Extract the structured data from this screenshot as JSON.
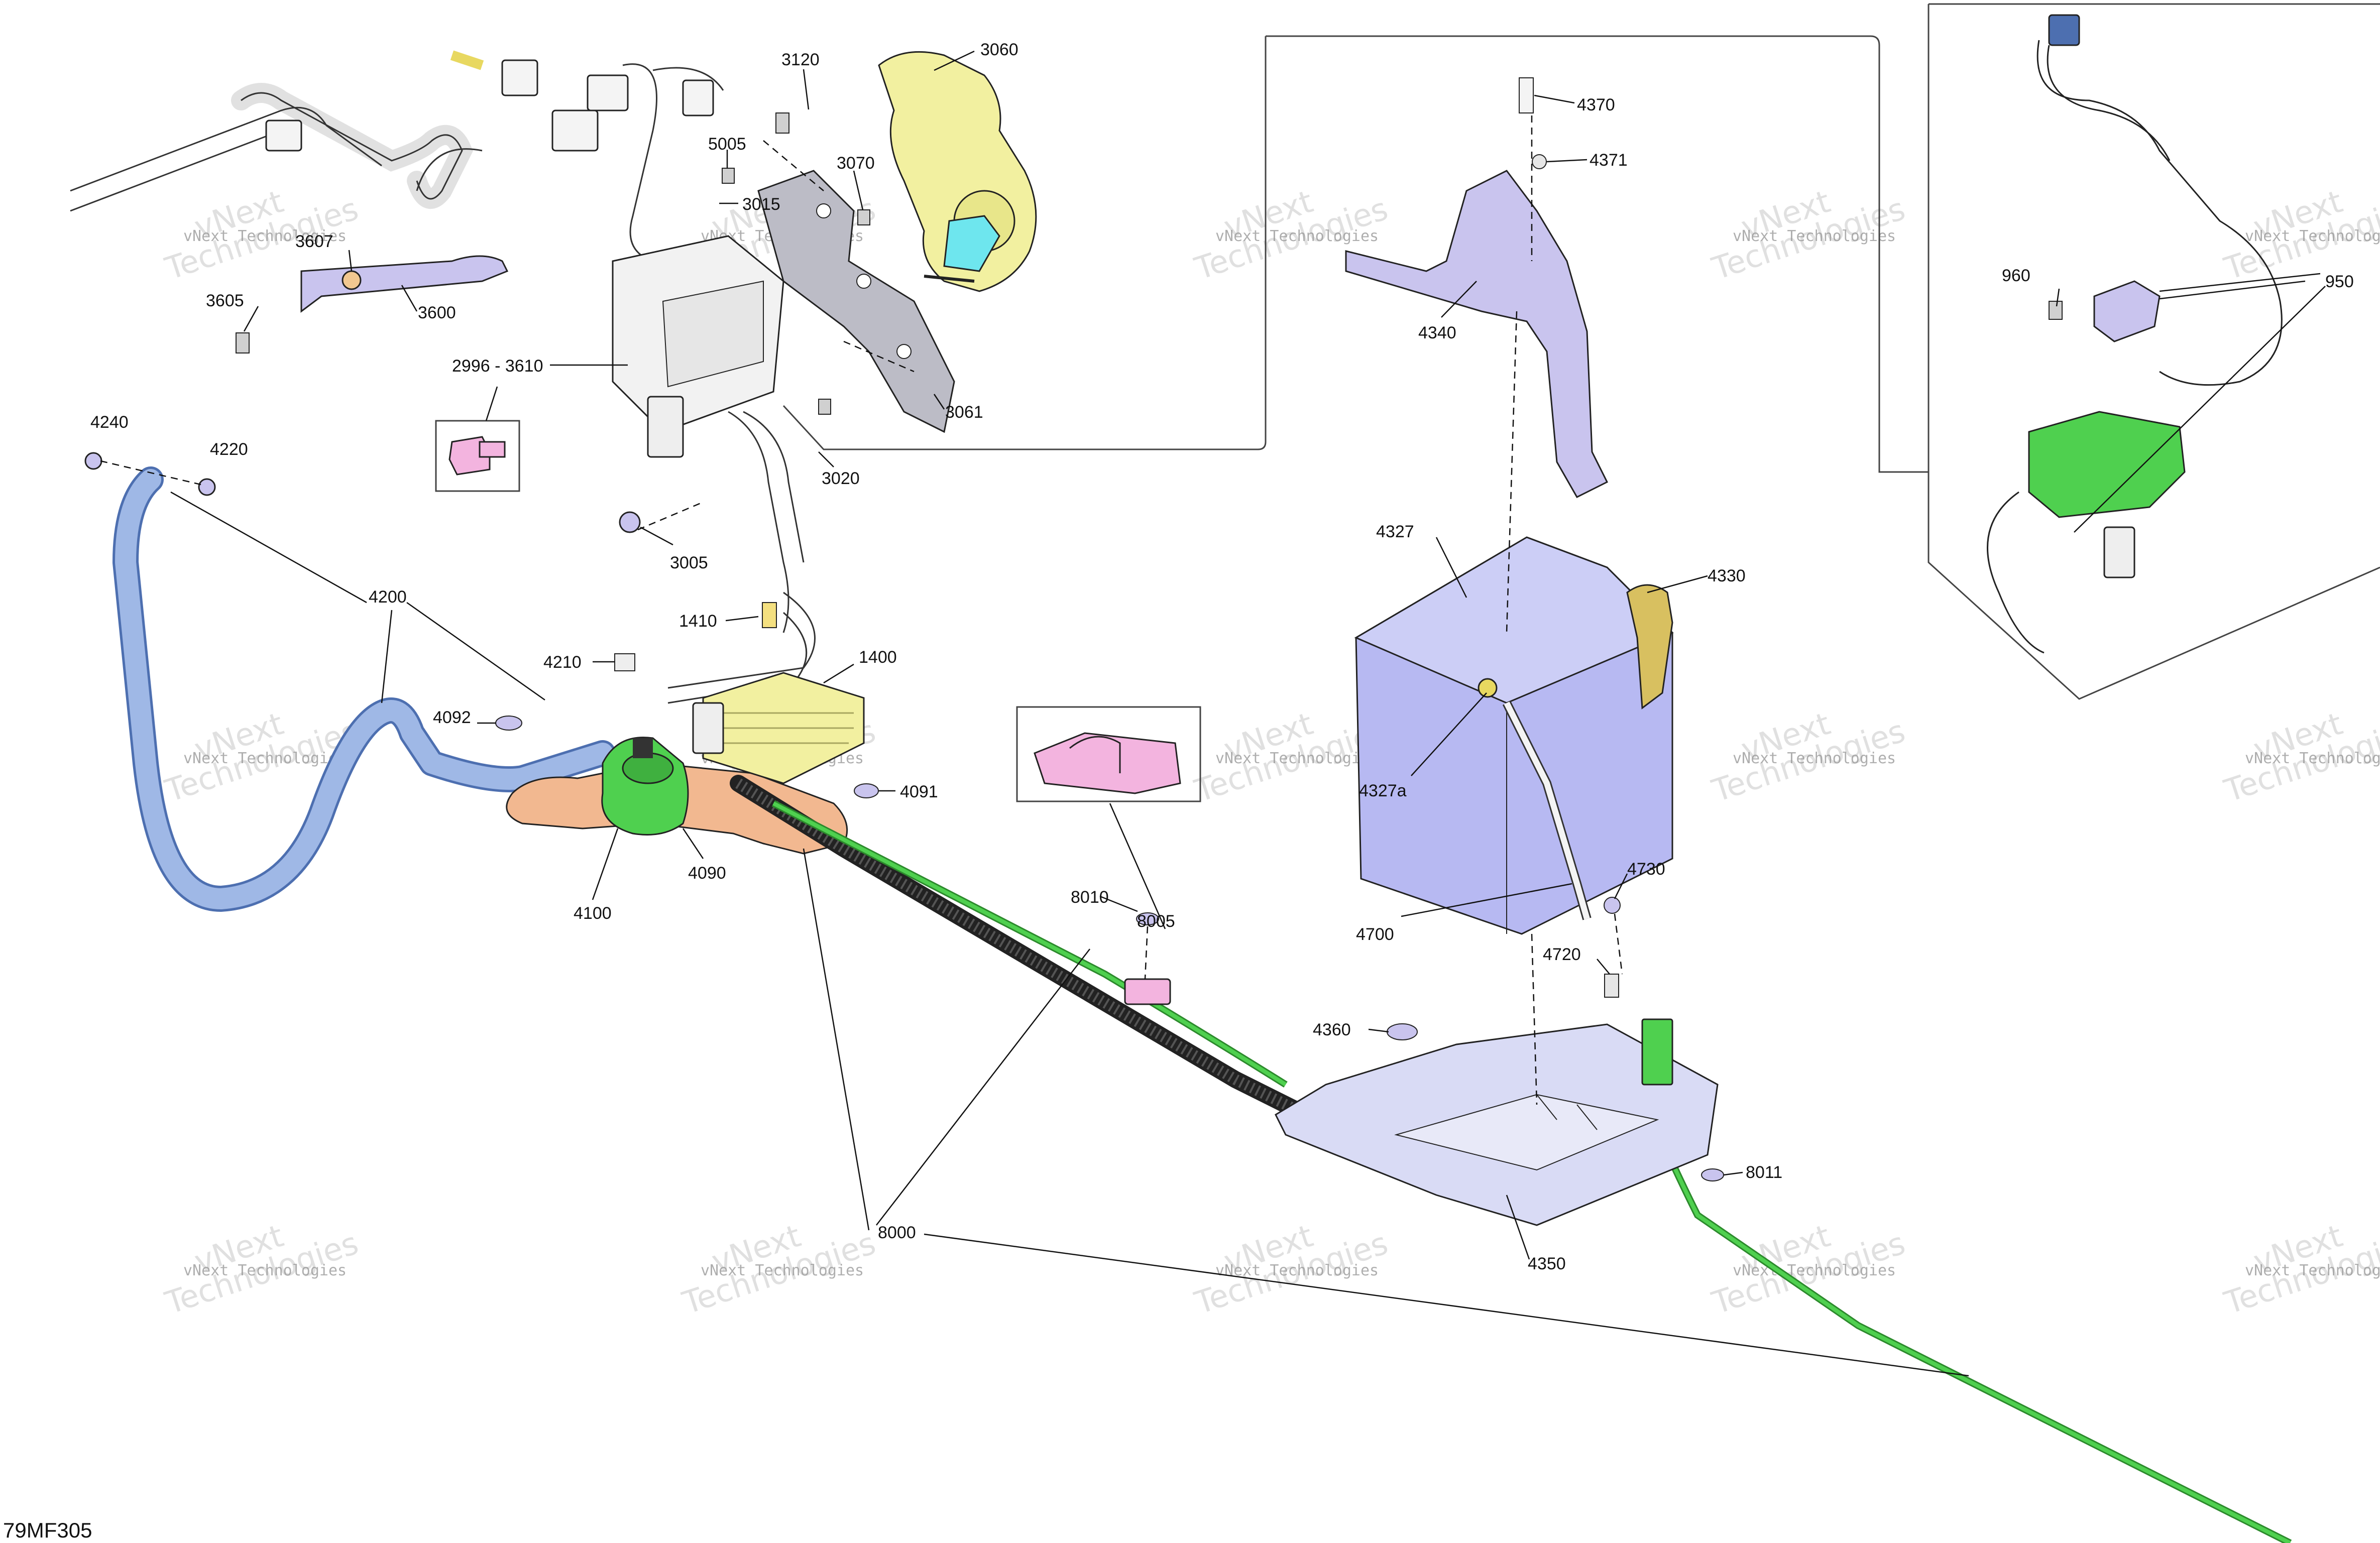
{
  "figure_code": "79MF305",
  "watermark": {
    "line1": "vNext",
    "line2": "Technologies",
    "small": "vNext Technologies"
  },
  "part_numbers": [
    "3120",
    "3060",
    "5005",
    "3015",
    "3070",
    "3607",
    "3605",
    "3600",
    "2996 - 3610",
    "3061",
    "4240",
    "4220",
    "3020",
    "3005",
    "4200",
    "1410",
    "1400",
    "4210",
    "4092",
    "4091",
    "4100",
    "4090",
    "4370",
    "4371",
    "4340",
    "4327",
    "4330",
    "4327a",
    "4700",
    "4730",
    "4720",
    "4360",
    "4350",
    "8010",
    "8005",
    "8011",
    "8000",
    "960",
    "950"
  ],
  "colors": {
    "blue_cable": "#9fb8e6",
    "green_parts": "#4fd04f",
    "orange_bracket": "#f2b890",
    "yellow_parts": "#f2f0a0",
    "battery": "#b7b9f2",
    "purple_brackets": "#c9c4ee",
    "pink_parts": "#f3b4df",
    "cyan_part": "#6ee6ee",
    "gray_tray": "#d9dbf5",
    "black_conduit": "#222222"
  },
  "icons": [
    "bolt-icon",
    "nut-icon",
    "washer-icon",
    "connector-icon",
    "relay-icon",
    "clip-icon"
  ]
}
